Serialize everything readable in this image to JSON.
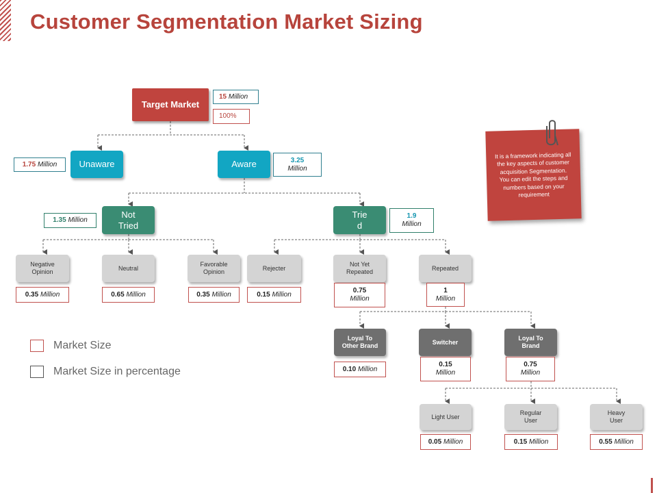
{
  "title": "Customer Segmentation Market Sizing",
  "colors": {
    "accent": "#c0443e",
    "teal": "#12a6c3",
    "green": "#3a8c73",
    "grey": "#d4d4d4",
    "dark": "#6f6f6f"
  },
  "tree": {
    "target": {
      "label": "Target Market",
      "value_num": "15",
      "value_unit": "Million",
      "percent": "100%"
    },
    "unaware": {
      "label": "Unaware",
      "value_num": "1.75",
      "value_unit": "Million"
    },
    "aware": {
      "label": "Aware",
      "value_num": "3.25",
      "value_unit": "Million"
    },
    "not_tried": {
      "label_line1": "Not",
      "label_line2": "Tried",
      "value_num": "1.35",
      "value_unit": "Million"
    },
    "tried": {
      "label_line1": "Trie",
      "label_line2": "d",
      "value_num": "1.9",
      "value_unit": "Million"
    },
    "negative": {
      "label_line1": "Negative",
      "label_line2": "Opinion",
      "value_num": "0.35",
      "value_unit": "Million"
    },
    "neutral": {
      "label": "Neutral",
      "value_num": "0.65",
      "value_unit": "Million"
    },
    "favorable": {
      "label_line1": "Favorable",
      "label_line2": "Opinion",
      "value_num": "0.35",
      "value_unit": "Million"
    },
    "rejecter": {
      "label": "Rejecter",
      "value_num": "0.15",
      "value_unit": "Million"
    },
    "not_yet": {
      "label_line1": "Not Yet",
      "label_line2": "Repeated",
      "value_num": "0.75",
      "value_unit": "Million"
    },
    "repeated": {
      "label": "Repeated",
      "value_num": "1",
      "value_unit": "Million"
    },
    "loyal_other": {
      "label_line1": "Loyal To",
      "label_line2": "Other Brand",
      "value_num": "0.10",
      "value_unit": "Million"
    },
    "switcher": {
      "label": "Switcher",
      "value_num": "0.15",
      "value_unit": "Million"
    },
    "loyal_brand": {
      "label_line1": "Loyal To",
      "label_line2": "Brand",
      "value_num": "0.75",
      "value_unit": "Million"
    },
    "light": {
      "label": "Light User",
      "value_num": "0.05",
      "value_unit": "Million"
    },
    "regular": {
      "label_line1": "Regular",
      "label_line2": "User",
      "value_num": "0.15",
      "value_unit": "Million"
    },
    "heavy": {
      "label_line1": "Heavy",
      "label_line2": "User",
      "value_num": "0.55",
      "value_unit": "Million"
    }
  },
  "note": "It is a framework indicating all the key aspects of customer acquisition Segmentation. You can edit the  steps and numbers based on your requirement",
  "legend": {
    "market_size": "Market Size",
    "market_size_percent": "Market Size in percentage"
  }
}
